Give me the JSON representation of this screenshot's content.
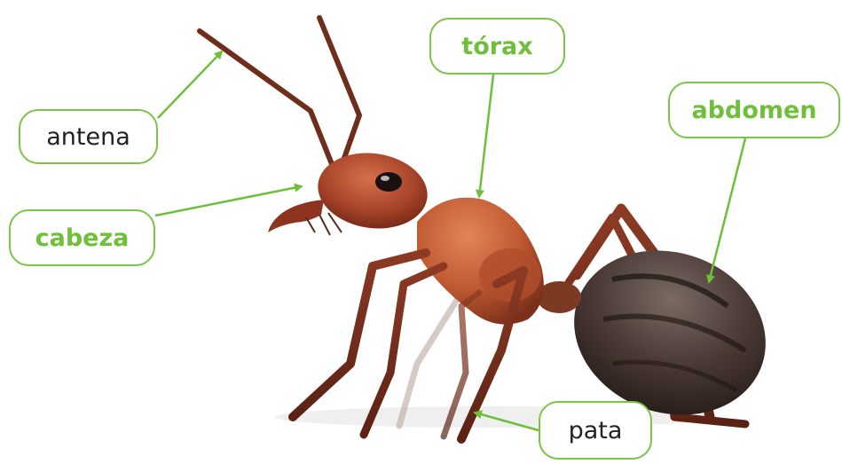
{
  "labels": {
    "antena": "antena",
    "cabeza": "cabeza",
    "torax": "tórax",
    "abdomen": "abdomen",
    "pata": "pata"
  },
  "colors": {
    "accent_green": "#6fbf3a",
    "box_border": "#7dc34a",
    "plain_text": "#222222",
    "ant_head": "#a8442a",
    "ant_thorax": "#c05a32",
    "ant_abdomen": "#3d302c"
  }
}
